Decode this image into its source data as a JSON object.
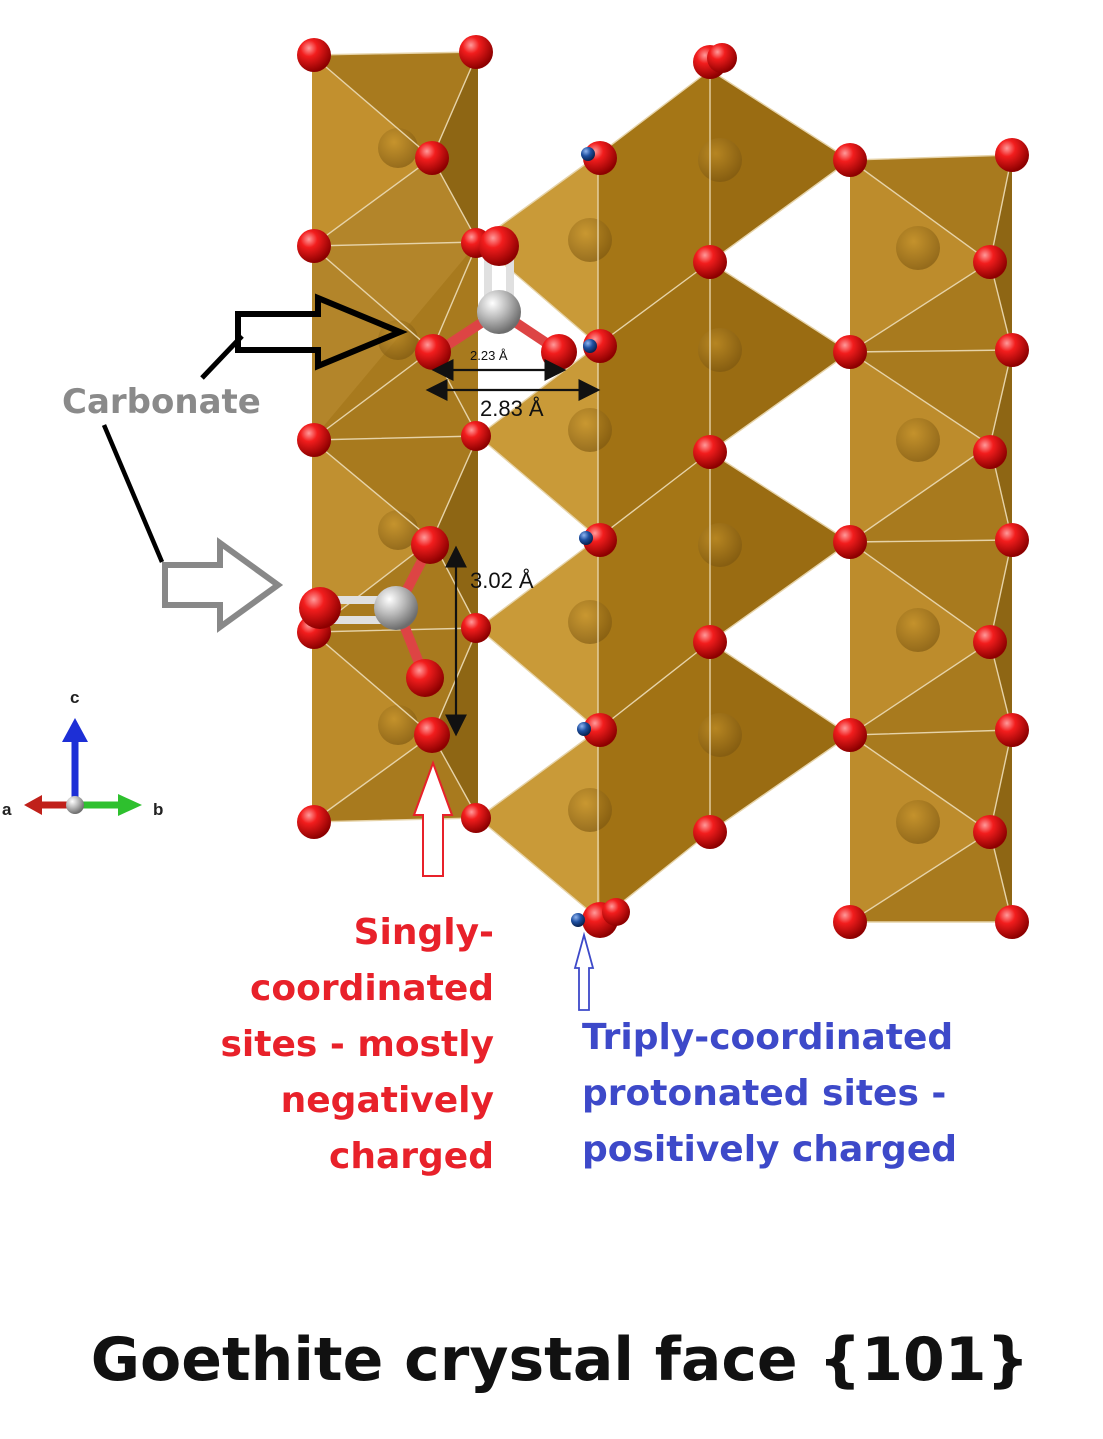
{
  "labels": {
    "carbonate": "Carbonate",
    "singly": "Singly-coordinated sites - mostly negatively charged",
    "triply": "Triply-coordinated protonated sites - positively charged",
    "title": "Goethite crystal face {101}"
  },
  "dimensions": {
    "d1": "2.23 Å",
    "d2": "2.83 Å",
    "d3": "3.02 Å"
  },
  "axes": {
    "c": "c",
    "a": "a",
    "b": "b"
  },
  "colors": {
    "octahedron": "#b8860b",
    "oxygen": "#e41a1a",
    "hydrogen": "#1e4fa0",
    "carbon": "#b4b4b4",
    "label_singly": "#e8212a",
    "label_triply": "#3d49c9",
    "label_carbonate": "#8a8a8a"
  }
}
